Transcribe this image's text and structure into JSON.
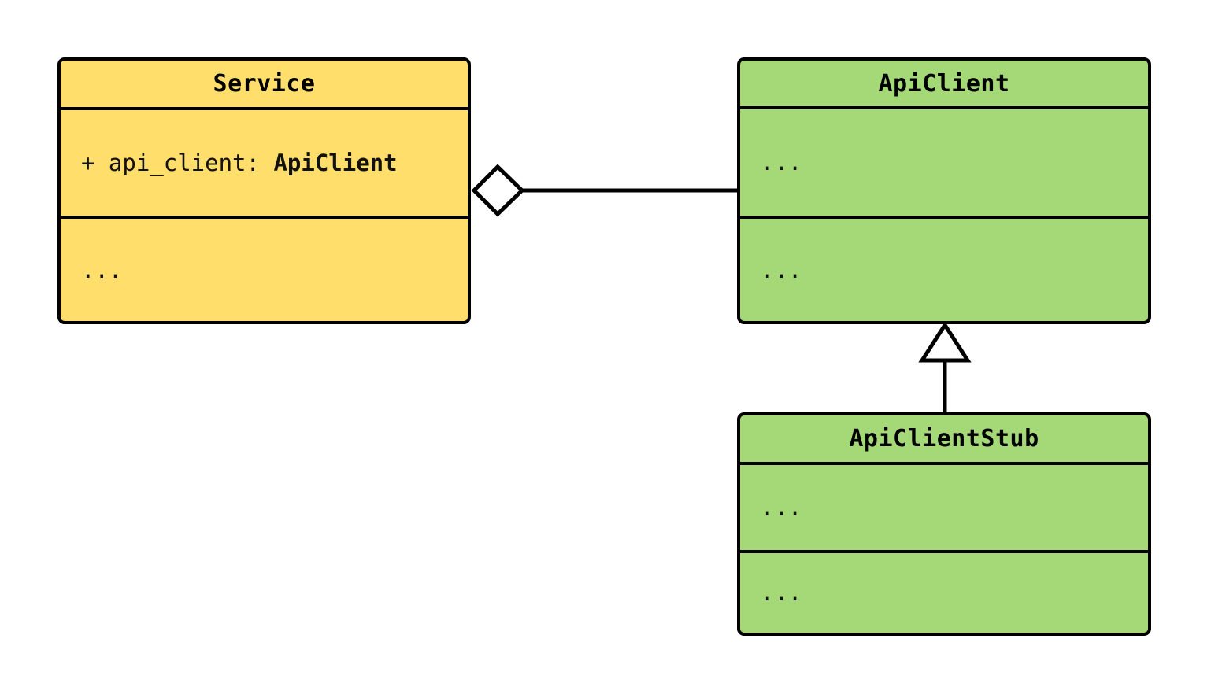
{
  "diagram": {
    "kind": "uml-class-diagram",
    "background_color": "#ffffff",
    "stroke_color": "#000000",
    "classes": [
      {
        "id": "service",
        "name": "Service",
        "fill_color": "#ffde6b",
        "attributes_text_prefix": "+ api_client: ",
        "attributes_text_type": "ApiClient",
        "methods_text": "..."
      },
      {
        "id": "apiclient",
        "name": "ApiClient",
        "fill_color": "#a5d977",
        "attributes_text": "...",
        "methods_text": "..."
      },
      {
        "id": "apiclientstub",
        "name": "ApiClientStub",
        "fill_color": "#a5d977",
        "attributes_text": "...",
        "methods_text": "..."
      }
    ],
    "relationships": [
      {
        "id": "aggregation-service-apiclient",
        "type": "aggregation",
        "marker": "hollow-diamond",
        "from": "Service",
        "to": "ApiClient",
        "label": ""
      },
      {
        "id": "generalization-apiclientstub-apiclient",
        "type": "generalization",
        "marker": "hollow-triangle",
        "from": "ApiClientStub",
        "to": "ApiClient",
        "label": ""
      }
    ]
  }
}
